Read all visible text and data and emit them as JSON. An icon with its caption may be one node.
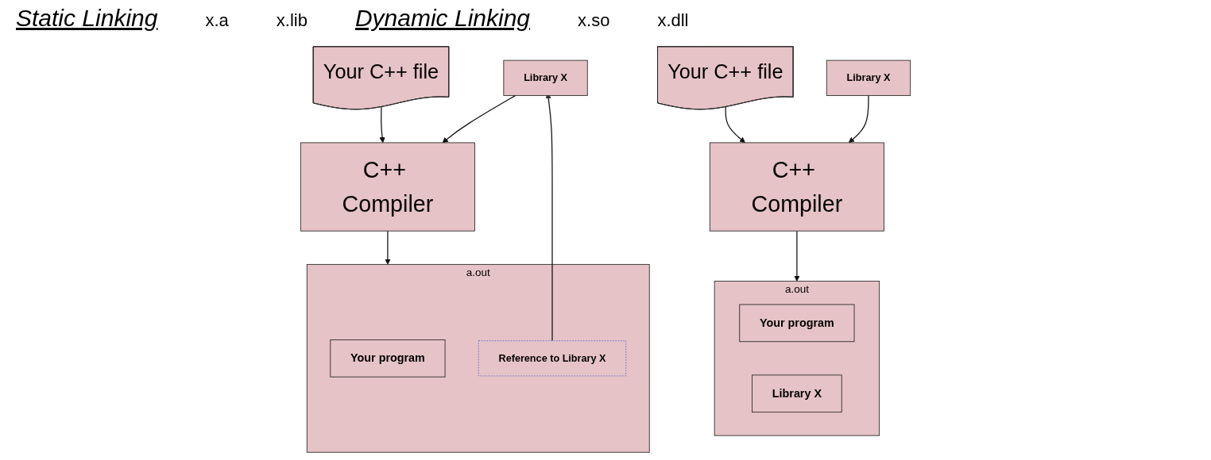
{
  "diagram": {
    "nodes": [
      {
        "text": [
          "Your C++ file"
        ]
      },
      {
        "text": [
          "Library X"
        ]
      },
      {
        "text": [
          "C++ Compiler"
        ]
      },
      {
        "text": [
          "a.out"
        ]
      },
      {
        "text": [
          "Your program"
        ],
        "in": 3
      },
      {
        "text": [
          "Library X"
        ],
        "in": 3
      },
      {
        "text": [
          "Your C++ file"
        ]
      },
      {
        "text": [
          "Library X"
        ]
      },
      {
        "text": [
          "C++ Compiler"
        ]
      },
      {
        "text": [
          "a.out"
        ]
      },
      {
        "text": [
          "Your program"
        ],
        "in": 9
      },
      {
        "text": [
          "Reference to Library X"
        ],
        "in": 9
      }
    ],
    "edges": [
      {
        "from": 0,
        "to": 2,
        "arrow": "to"
      },
      {
        "from": 1,
        "to": 2,
        "arrow": "to"
      },
      {
        "from": 2,
        "to": 3,
        "arrow": "to"
      },
      {
        "from": 6,
        "to": 8,
        "arrow": "to"
      },
      {
        "from": 7,
        "to": 8,
        "arrow": "to"
      },
      {
        "from": 8,
        "to": 9,
        "arrow": "to"
      },
      {
        "from": 11,
        "to": 7,
        "arrow": "to"
      }
    ],
    "labels": [
      "Static Linking",
      "x.a",
      "x.lib",
      "Dynamic Linking",
      "x.so",
      "x.dll"
    ]
  }
}
